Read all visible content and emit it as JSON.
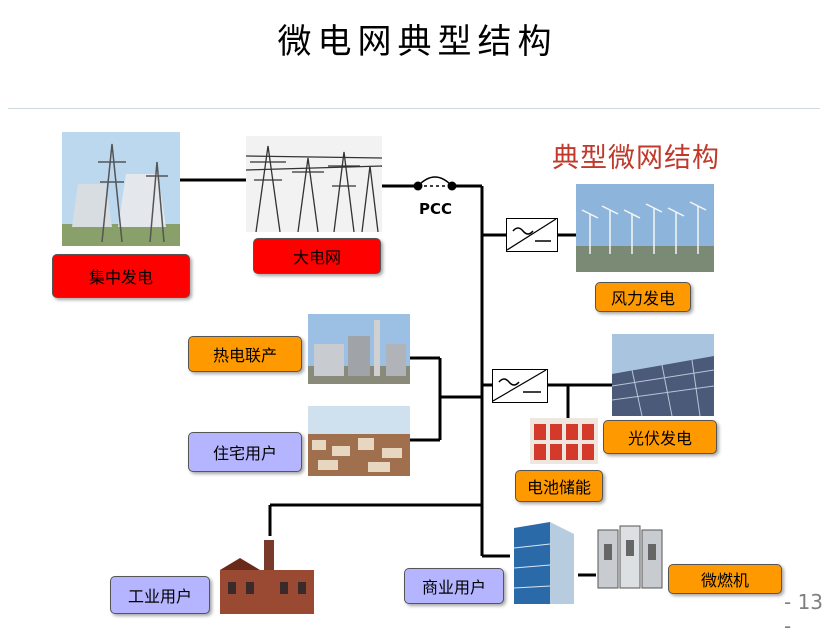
{
  "page_title": "微电网典型结构",
  "diagram_title": "典型微网结构",
  "pcc_label": "PCC",
  "page_number": "- 13 -",
  "nodes": {
    "central_generation": "集中发电",
    "main_grid": "大电网",
    "wind_power": "风力发电",
    "chp": "热电联产",
    "residential": "住宅用户",
    "pv_power": "光伏发电",
    "battery_storage": "电池储能",
    "industrial": "工业用户",
    "commercial": "商业用户",
    "micro_turbine": "微燃机"
  },
  "colors": {
    "grid_nodes": "#ff0000",
    "sources": "#ff9900",
    "consumers": "#b4b4ff",
    "title_red": "#c0392b"
  }
}
